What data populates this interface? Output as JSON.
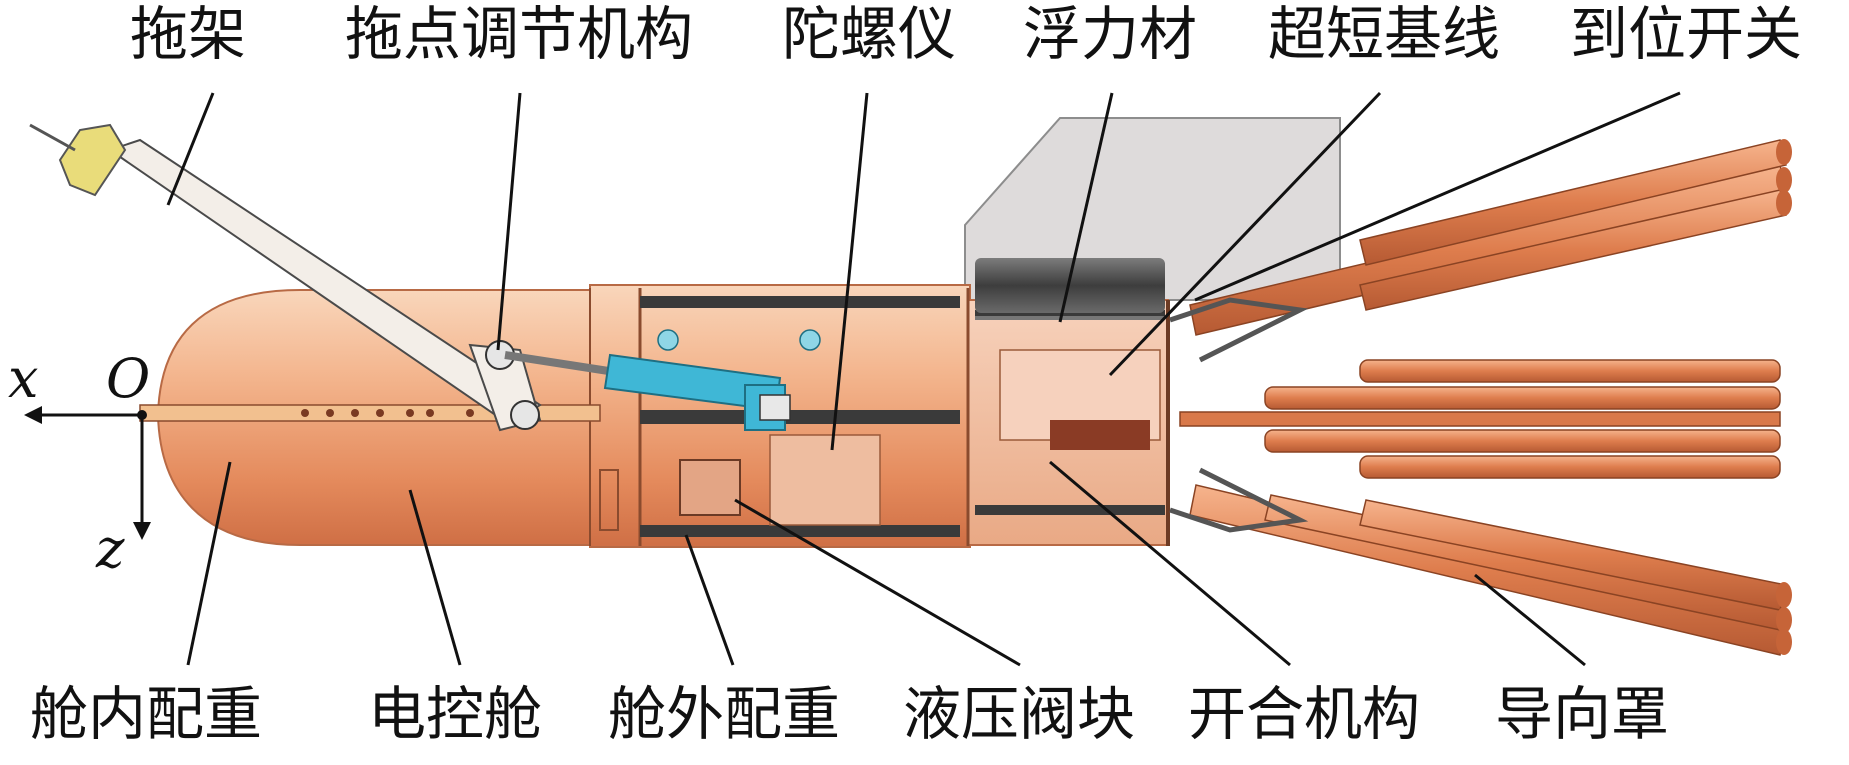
{
  "labels": {
    "top": [
      "拖架",
      "拖点调节机构",
      "陀螺仪",
      "浮力材",
      "超短基线",
      "到位开关"
    ],
    "bottom": [
      "舱内配重",
      "电控舱",
      "舱外配重",
      "液压阀块",
      "开合机构",
      "导向罩"
    ]
  },
  "axes": {
    "origin": "O",
    "x": "x",
    "z": "z"
  },
  "colors": {
    "hull_light": "#f7c7a4",
    "hull_mid": "#ea9868",
    "hull_dark": "#c9683f",
    "pipe": "#d9794a",
    "pipe_light": "#f2a57b",
    "actuator": "#3fb7d6",
    "float_box": "#d9d6d6",
    "frame": "#2b2b2b",
    "arm": "#f1ece6",
    "cap": "#e9dc7a"
  }
}
